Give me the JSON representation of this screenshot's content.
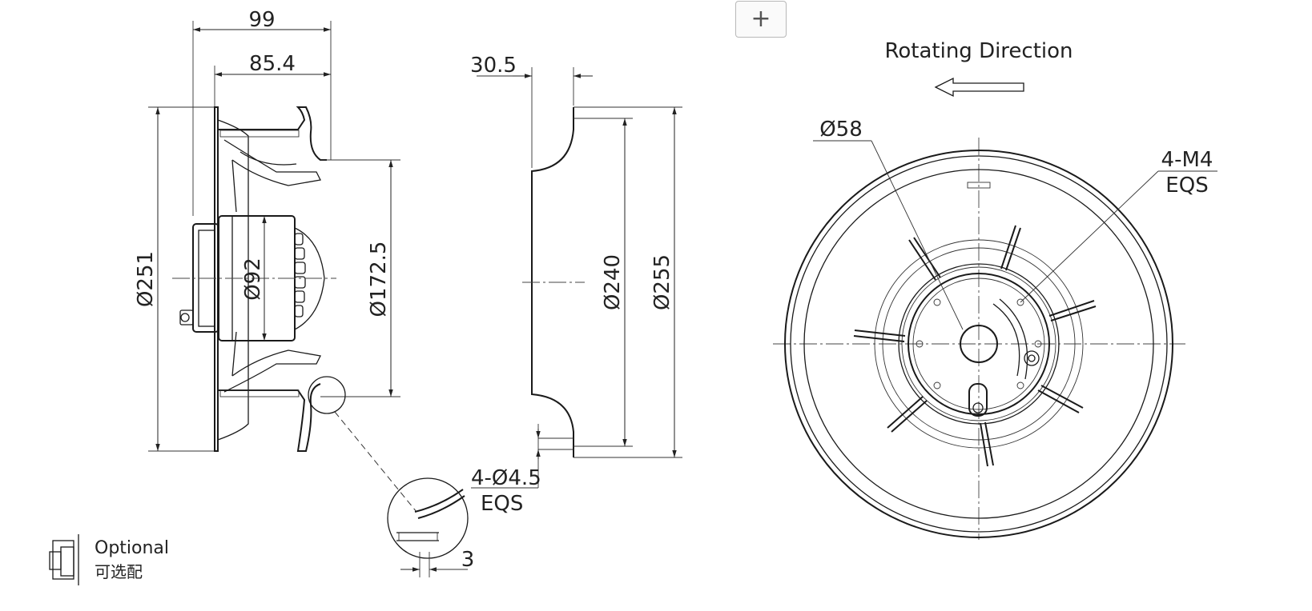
{
  "toolbar": {
    "add_label": "+"
  },
  "side_view": {
    "dim_overall_length": "99",
    "dim_impeller_length": "85.4",
    "dim_outer_diameter": "Ø251",
    "dim_motor_diameter": "Ø92",
    "dim_inlet_diameter": "Ø172.5"
  },
  "inlet_ring": {
    "dim_depth": "30.5",
    "dim_inner_diameter": "Ø240",
    "dim_outer_diameter": "Ø255",
    "dim_holes": "4-Ø4.5",
    "dim_holes_note": "EQS"
  },
  "detail": {
    "dim_thickness": "3"
  },
  "legend": {
    "optional_en": "Optional",
    "optional_cn": "可选配"
  },
  "front_view": {
    "rotating_direction": "Rotating Direction",
    "dim_hub_diameter": "Ø58",
    "dim_threads": "4-M4",
    "dim_threads_note": "EQS"
  }
}
